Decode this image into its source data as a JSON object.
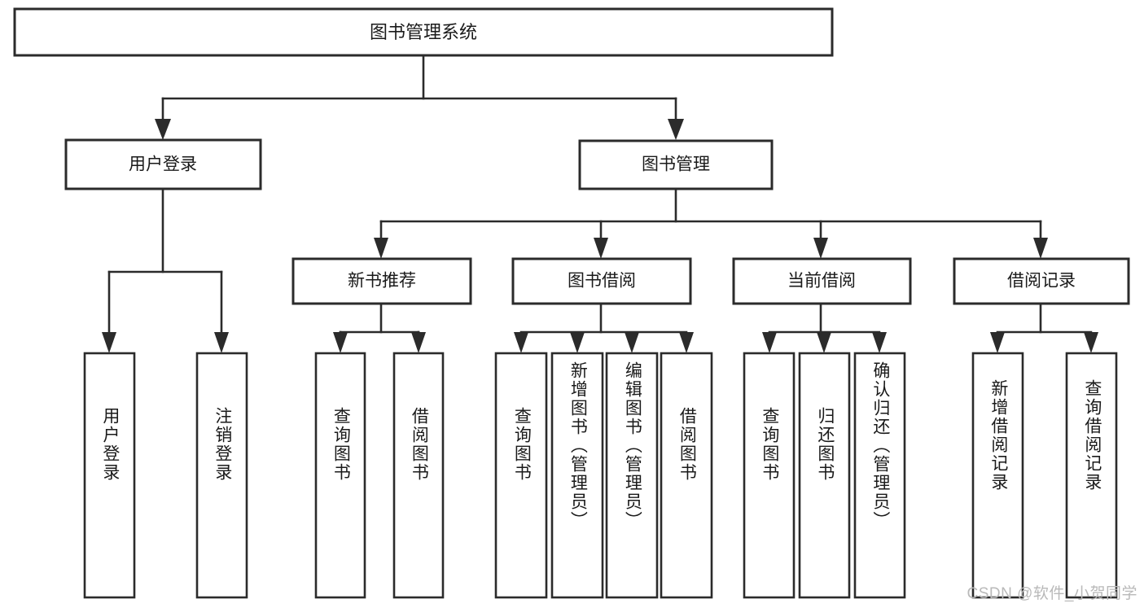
{
  "diagram": {
    "title": "图书管理系统",
    "type": "功能结构图",
    "colors": {
      "stroke": "#2b2b2b",
      "fill": "#ffffff",
      "text": "#1a1a1a",
      "watermark": "#b9b9b9",
      "background": "#ffffff"
    }
  },
  "root": {
    "label": "图书管理系统"
  },
  "level1": [
    {
      "label": "用户登录"
    },
    {
      "label": "图书管理"
    }
  ],
  "level2": [
    {
      "label": "新书推荐"
    },
    {
      "label": "图书借阅"
    },
    {
      "label": "当前借阅"
    },
    {
      "label": "借阅记录"
    }
  ],
  "leaves": {
    "user_login": [
      {
        "label": "用户登录"
      },
      {
        "label": "注销登录"
      }
    ],
    "new_book_recommend": [
      {
        "label": "查询图书"
      },
      {
        "label": "借阅图书"
      }
    ],
    "book_borrow": [
      {
        "label": "查询图书"
      },
      {
        "label": "新增图书（管理员）"
      },
      {
        "label": "编辑图书（管理员）"
      },
      {
        "label": "借阅图书"
      }
    ],
    "current_borrow": [
      {
        "label": "查询图书"
      },
      {
        "label": "归还图书"
      },
      {
        "label": "确认归还（管理员）"
      }
    ],
    "borrow_record": [
      {
        "label": "新增借阅记录"
      },
      {
        "label": "查询借阅记录"
      }
    ]
  },
  "watermark": {
    "text": "CSDN @软件_小贺同学"
  },
  "chart_data": {
    "type": "table",
    "title": "图书管理系统功能结构图",
    "hierarchy": {
      "name": "图书管理系统",
      "children": [
        {
          "name": "用户登录",
          "children": [
            {
              "name": "用户登录"
            },
            {
              "name": "注销登录"
            }
          ]
        },
        {
          "name": "图书管理",
          "children": [
            {
              "name": "新书推荐",
              "children": [
                {
                  "name": "查询图书"
                },
                {
                  "name": "借阅图书"
                }
              ]
            },
            {
              "name": "图书借阅",
              "children": [
                {
                  "name": "查询图书"
                },
                {
                  "name": "新增图书（管理员）"
                },
                {
                  "name": "编辑图书（管理员）"
                },
                {
                  "name": "借阅图书"
                }
              ]
            },
            {
              "name": "当前借阅",
              "children": [
                {
                  "name": "查询图书"
                },
                {
                  "name": "归还图书"
                },
                {
                  "name": "确认归还（管理员）"
                }
              ]
            },
            {
              "name": "借阅记录",
              "children": [
                {
                  "name": "新增借阅记录"
                },
                {
                  "name": "查询借阅记录"
                }
              ]
            }
          ]
        }
      ]
    }
  }
}
